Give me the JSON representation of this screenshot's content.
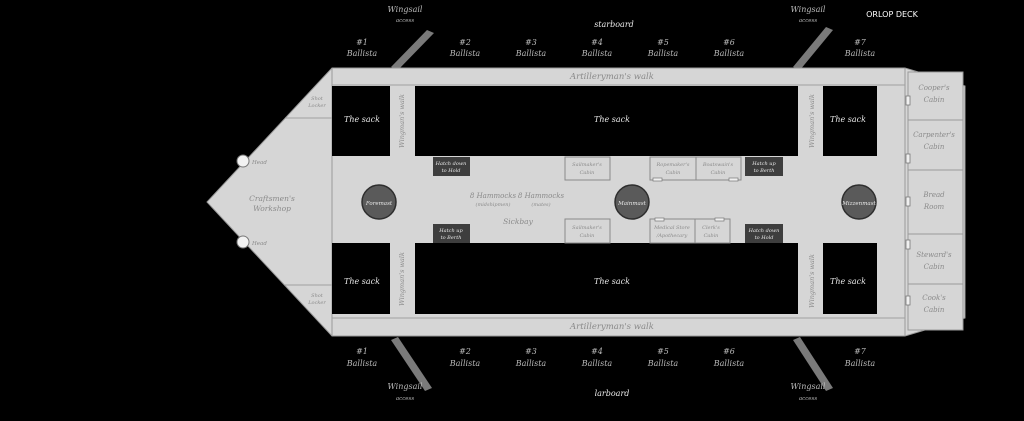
{
  "title": "ORLOP DECK",
  "starboard_label": "starboard",
  "larboard_label": "larboard",
  "wingsail": {
    "label": "Wingsail",
    "sub": "access"
  },
  "ballista_top": [
    {
      "num": "#1",
      "label": "Ballista"
    },
    {
      "num": "#2",
      "label": "Ballista"
    },
    {
      "num": "#3",
      "label": "Ballista"
    },
    {
      "num": "#4",
      "label": "Ballista"
    },
    {
      "num": "#5",
      "label": "Ballista"
    },
    {
      "num": "#6",
      "label": "Ballista"
    },
    {
      "num": "#7",
      "label": "Ballista"
    }
  ],
  "ballista_bottom": [
    {
      "num": "#1",
      "label": "Ballista"
    },
    {
      "num": "#2",
      "label": "Ballista"
    },
    {
      "num": "#3",
      "label": "Ballista"
    },
    {
      "num": "#4",
      "label": "Ballista"
    },
    {
      "num": "#5",
      "label": "Ballista"
    },
    {
      "num": "#6",
      "label": "Ballista"
    },
    {
      "num": "#7",
      "label": "Ballista"
    }
  ],
  "walks": {
    "artillery": "Artilleryman's walk",
    "wingman": "Wingman's walk"
  },
  "sack": "The sack",
  "bow": {
    "workshop": [
      "Craftsmen's",
      "Workshop"
    ],
    "head": "Head",
    "locker": [
      "Shot",
      "Locker"
    ]
  },
  "masts": {
    "fore": "Foremast",
    "main": "Mainmast",
    "mizzen": "Mizzenmast"
  },
  "hatches": {
    "down_hold": [
      "Hatch down",
      "to Hold"
    ],
    "up_berth": [
      "Hatch up",
      "to Berth"
    ]
  },
  "hammocks": {
    "left": [
      "8 Hammocks",
      "(midshipmen)"
    ],
    "right": [
      "8 Hammocks",
      "(mates)"
    ]
  },
  "sickbay": "Sickbay",
  "cabins": {
    "sailmaker": [
      "Sailmaker's",
      "Cabin"
    ],
    "ropemaker": [
      "Ropemaker's",
      "Cabin"
    ],
    "boatswain": [
      "Boatswain's",
      "Cabin"
    ],
    "medical": [
      "Medical Store",
      "/Apothecary"
    ],
    "clerk": [
      "Clerk's",
      "Cabin"
    ]
  },
  "stern": [
    [
      "Cooper's",
      "Cabin"
    ],
    [
      "Carpenter's",
      "Cabin"
    ],
    [
      "Bread",
      "Room"
    ],
    [
      "Steward's",
      "Cabin"
    ],
    [
      "Cook's",
      "Cabin"
    ]
  ],
  "colors": {
    "deck": "#d6d6d6",
    "sack": "#000000",
    "mast": "#5a5a5a",
    "hatch": "#3e3e3e",
    "stern_room": "#cfcfcf",
    "label_outside": "#b9b9b9"
  }
}
